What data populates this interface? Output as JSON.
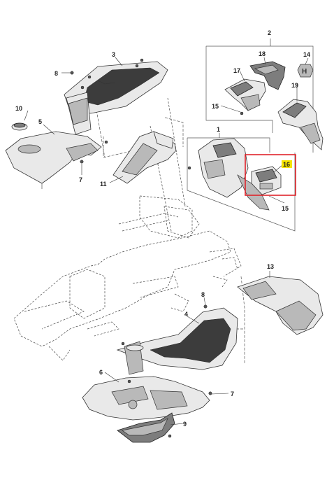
{
  "diagram": {
    "labels": {
      "l1": "1",
      "l2": "2",
      "l3": "3",
      "l4": "4",
      "l5": "5",
      "l6": "6",
      "l7a": "7",
      "l7b": "7",
      "l8a": "8",
      "l8b": "8",
      "l9": "9",
      "l10": "10",
      "l11": "11",
      "l13": "13",
      "l14": "14",
      "l15a": "15",
      "l15b": "15",
      "l16": "16",
      "l17": "17",
      "l18": "18",
      "l19": "19"
    },
    "highlight": {
      "part": "16",
      "box_color": "#e0242b",
      "label_bg": "#f6e400"
    }
  }
}
